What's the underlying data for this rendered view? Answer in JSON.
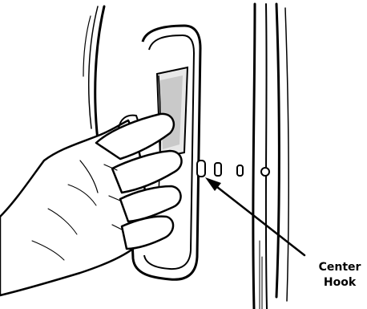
{
  "illustration": {
    "subject": "hand-opening-door-handle",
    "line_color": "#000000",
    "fill_color": "#ffffff"
  },
  "callout": {
    "line1": "Center",
    "line2": "Hook"
  }
}
